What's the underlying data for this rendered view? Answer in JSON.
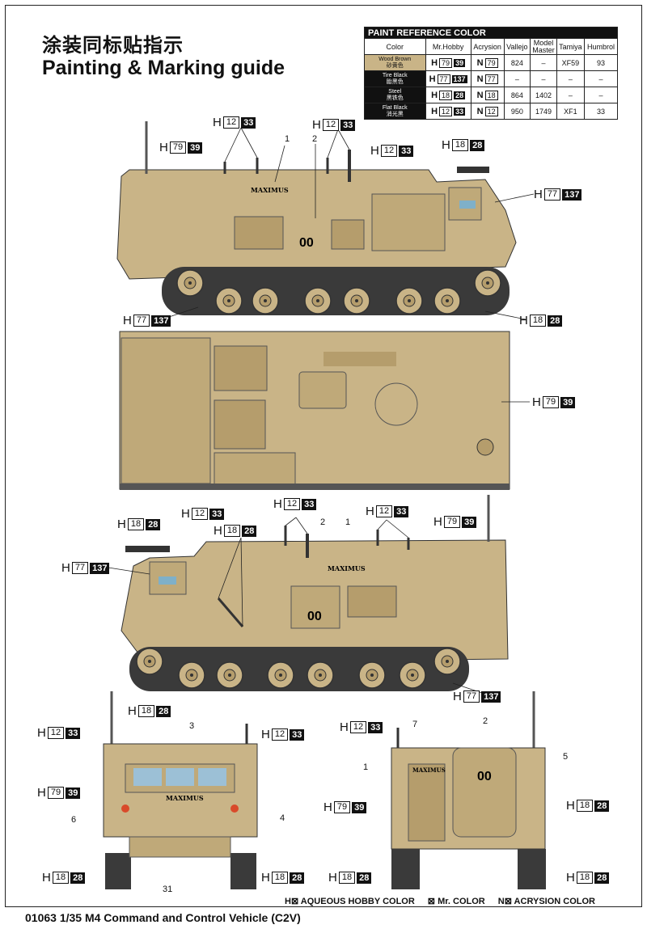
{
  "title_cn": "涂装同标贴指示",
  "title_en": "Painting & Marking guide",
  "table": {
    "heading": "PAINT REFERENCE COLOR",
    "columns": [
      "Color",
      "Mr.Hobby",
      "Acrysion",
      "Vallejo",
      "Model Master",
      "Tamiya",
      "Humbrol"
    ],
    "rows": [
      {
        "color_en": "Wood Brown",
        "color_cn": "砂黄色",
        "mr_code": "79",
        "mr_code2": "39",
        "ac": "79",
        "vallejo": "824",
        "mm": "–",
        "tamiya": "XF59",
        "humbrol": "93",
        "swatch": "#c9b487"
      },
      {
        "color_en": "Tire Black",
        "color_cn": "胎黑色",
        "mr_code": "77",
        "mr_code2": "137",
        "ac": "77",
        "vallejo": "–",
        "mm": "–",
        "tamiya": "–",
        "humbrol": "–",
        "swatch": "#111111"
      },
      {
        "color_en": "Steel",
        "color_cn": "黑铁色",
        "mr_code": "18",
        "mr_code2": "28",
        "ac": "18",
        "vallejo": "864",
        "mm": "1402",
        "tamiya": "–",
        "humbrol": "–",
        "swatch": "#111111"
      },
      {
        "color_en": "Flat Black",
        "color_cn": "消光黑",
        "mr_code": "12",
        "mr_code2": "33",
        "ac": "12",
        "vallejo": "950",
        "mm": "1749",
        "tamiya": "XF1",
        "humbrol": "33",
        "swatch": "#111111"
      }
    ]
  },
  "callouts": {
    "h": "H",
    "wood": [
      "79",
      "39"
    ],
    "tire": [
      "77",
      "137"
    ],
    "steel": [
      "18",
      "28"
    ],
    "black": [
      "12",
      "33"
    ]
  },
  "labels": {
    "n1": "1",
    "n2": "2",
    "n3": "3",
    "n4": "4",
    "n5": "5",
    "n6": "6",
    "n7": "7",
    "n31": "31",
    "vehicle_id": "00",
    "name": "MAXIMUS"
  },
  "legend": {
    "aqueous": "H⊠ AQUEOUS HOBBY COLOR",
    "mr": "⊠ Mr. COLOR",
    "acrysion": "N⊠ ACRYSION COLOR"
  },
  "footer": "01063 1/35  M4 Command and Control Vehicle (C2V)",
  "colors": {
    "sand": "#c9b487",
    "sand_dark": "#b59d6c",
    "track": "#3a3a3a"
  }
}
